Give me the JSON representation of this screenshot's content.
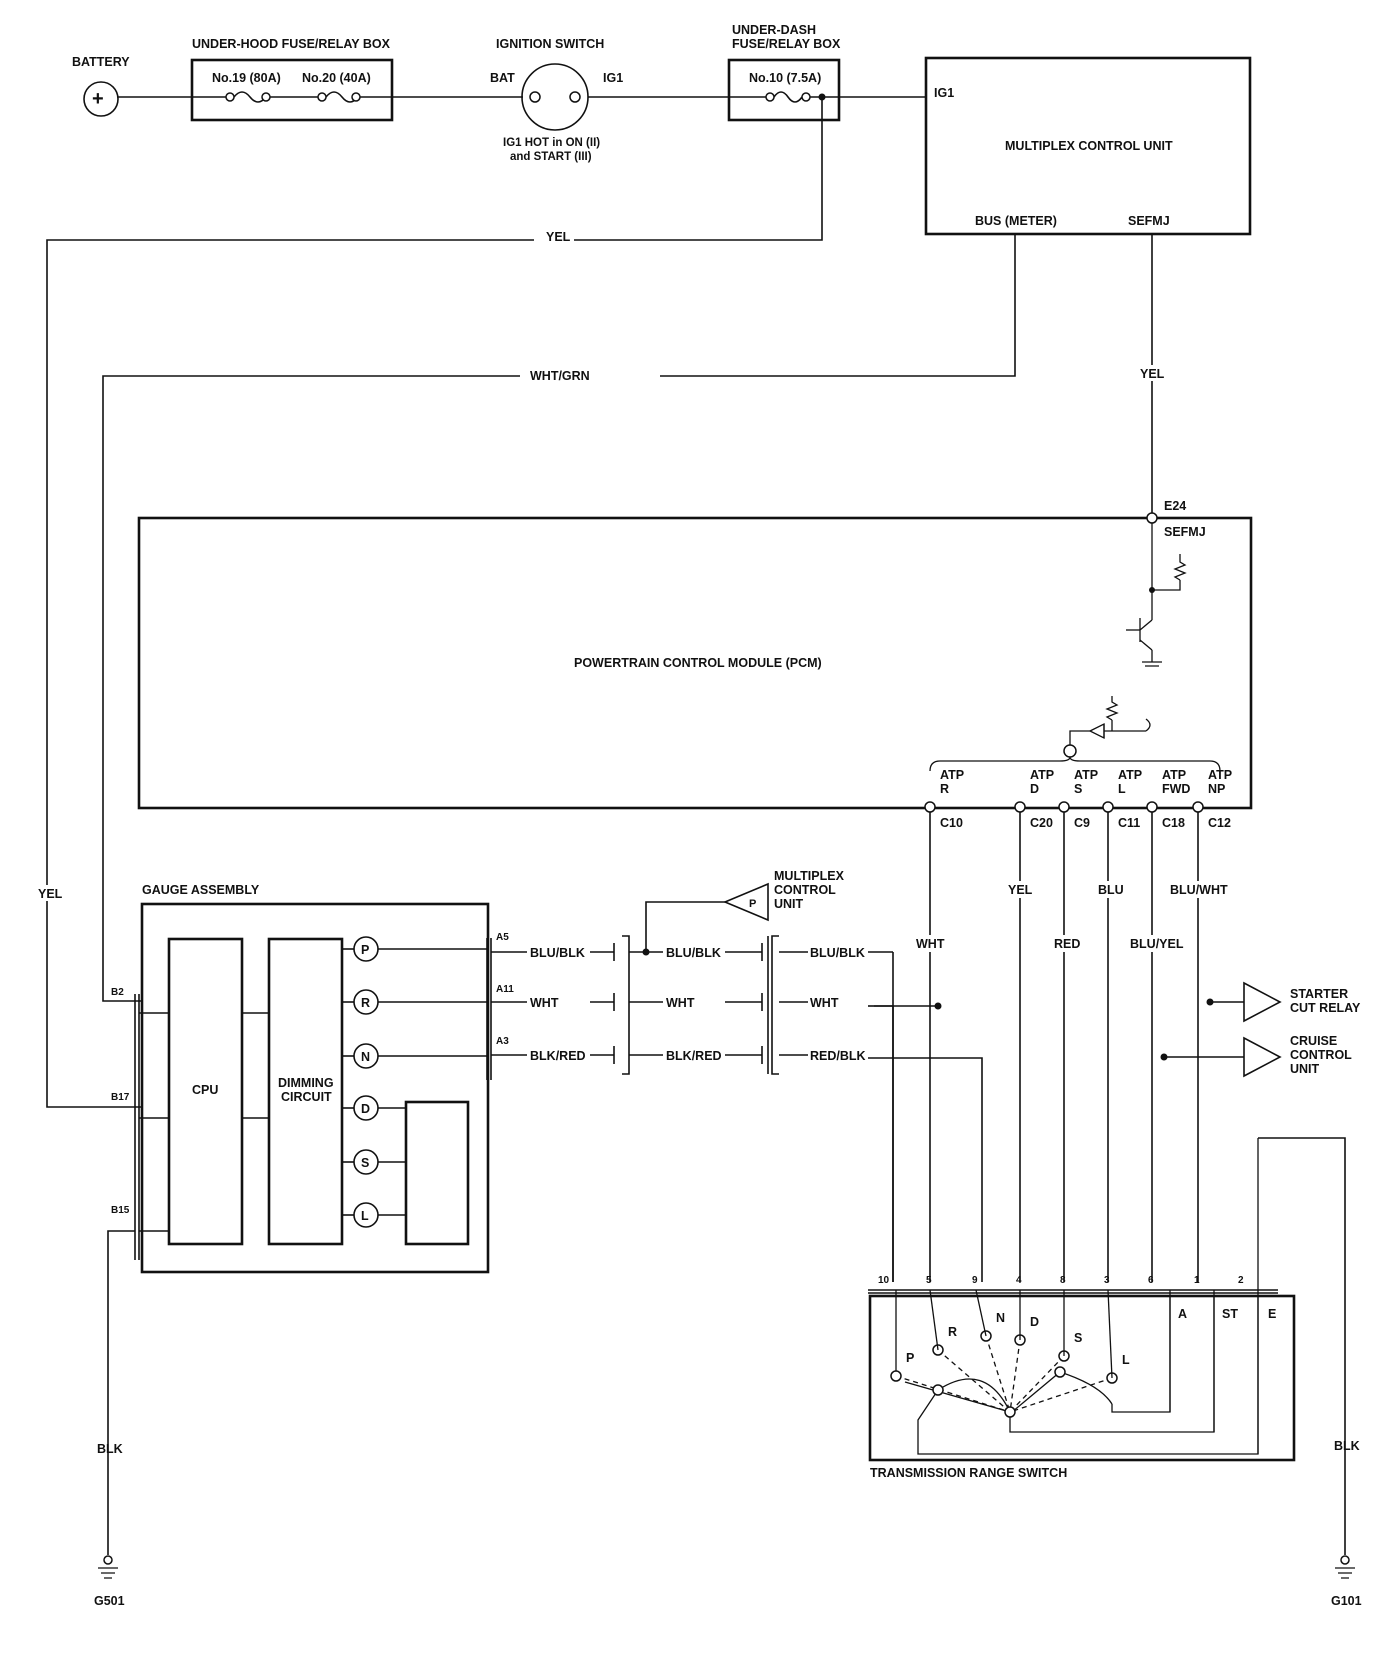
{
  "battery": {
    "label": "BATTERY",
    "symbol": "+"
  },
  "underhood_box": {
    "title": "UNDER-HOOD FUSE/RELAY BOX",
    "fuse1": "No.19 (80A)",
    "fuse2": "No.20 (40A)"
  },
  "ignition_switch": {
    "title": "IGNITION SWITCH",
    "bat": "BAT",
    "ig1": "IG1",
    "note1": "IG1 HOT in ON (II)",
    "note2": "and START (III)"
  },
  "underdash_box": {
    "title1": "UNDER-DASH",
    "title2": "FUSE/RELAY BOX",
    "fuse": "No.10 (7.5A)"
  },
  "multiplex_control_unit": {
    "title": "MULTIPLEX CONTROL UNIT",
    "ig1": "IG1",
    "bus": "BUS (METER)",
    "sefmj": "SEFMJ"
  },
  "wires": {
    "yel_top": "YEL",
    "wht_grn": "WHT/GRN",
    "yel_sefmj": "YEL",
    "yel_left": "YEL",
    "blk_left": "BLK",
    "blk_right": "BLK"
  },
  "pcm": {
    "title": "POWERTRAIN CONTROL MODULE (PCM)",
    "e24": "E24",
    "sefmj": "SEFMJ",
    "pins": [
      {
        "name1": "ATP",
        "name2": "R",
        "code": "C10",
        "wire": "WHT"
      },
      {
        "name1": "ATP",
        "name2": "D",
        "code": "C20",
        "wire": "YEL"
      },
      {
        "name1": "ATP",
        "name2": "S",
        "code": "C9",
        "wire": "RED"
      },
      {
        "name1": "ATP",
        "name2": "L",
        "code": "C11",
        "wire": "BLU"
      },
      {
        "name1": "ATP",
        "name2": "FWD",
        "code": "C18",
        "wire": "BLU/YEL"
      },
      {
        "name1": "ATP",
        "name2": "NP",
        "code": "C12",
        "wire": "BLU/WHT"
      }
    ]
  },
  "gauge_assembly": {
    "title": "GAUGE ASSEMBLY",
    "cpu": "CPU",
    "dimming1": "DIMMING",
    "dimming2": "CIRCUIT",
    "indicators": [
      "P",
      "R",
      "N",
      "D",
      "S",
      "L"
    ],
    "left_pins": [
      "B2",
      "B17",
      "B15"
    ],
    "right_pins": [
      "A5",
      "A11",
      "A3"
    ]
  },
  "mid_wires": {
    "row1": [
      "BLU/BLK",
      "BLU/BLK",
      "BLU/BLK"
    ],
    "row2": [
      "WHT",
      "WHT",
      "WHT"
    ],
    "row3": [
      "BLK/RED",
      "BLK/RED",
      "RED/BLK"
    ]
  },
  "multiplex_ref": {
    "symbol": "P",
    "line1": "MULTIPLEX",
    "line2": "CONTROL",
    "line3": "UNIT"
  },
  "starter_cut_relay": {
    "symbol": "",
    "line1": "STARTER",
    "line2": "CUT RELAY"
  },
  "cruise_control_unit": {
    "symbol": "",
    "line1": "CRUISE",
    "line2": "CONTROL",
    "line3": "UNIT"
  },
  "range_switch": {
    "title": "TRANSMISSION RANGE SWITCH",
    "terminals": [
      "10",
      "5",
      "9",
      "4",
      "8",
      "3",
      "6",
      "1",
      "2"
    ],
    "positions": [
      "P",
      "R",
      "N",
      "D",
      "S",
      "L"
    ],
    "contacts": [
      "A",
      "ST",
      "E"
    ]
  },
  "grounds": {
    "left": "G501",
    "right": "G101"
  }
}
